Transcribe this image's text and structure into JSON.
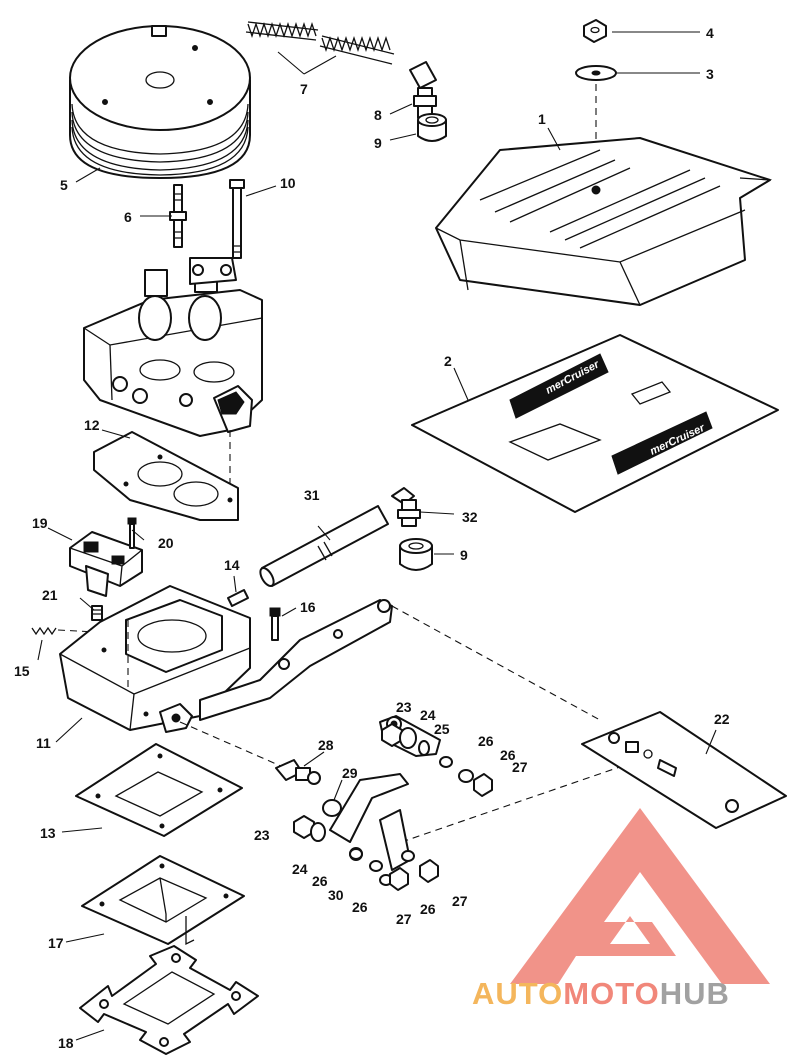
{
  "diagram": {
    "callouts": [
      "1",
      "2",
      "3",
      "4",
      "5",
      "6",
      "7",
      "8",
      "9",
      "9",
      "10",
      "11",
      "12",
      "13",
      "14",
      "15",
      "16",
      "17",
      "18",
      "19",
      "20",
      "21",
      "22",
      "23",
      "23",
      "24",
      "24",
      "25",
      "26",
      "26",
      "26",
      "26",
      "26",
      "27",
      "27",
      "27",
      "28",
      "29",
      "30",
      "31",
      "32"
    ],
    "decal_text": "merCruiser"
  },
  "watermark": {
    "part1": "AUTO",
    "part2": "MOTO",
    "part3": "HUB",
    "colors": {
      "auto": "#f4b04f",
      "moto": "#f07d6f",
      "hub": "#9a9a9a",
      "logo": "#f08a80"
    }
  }
}
